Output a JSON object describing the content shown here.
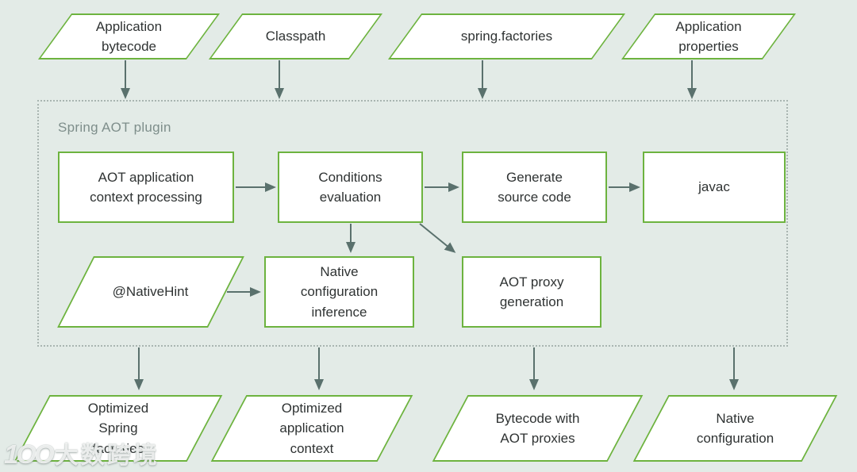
{
  "colors": {
    "background": "#e3ebe7",
    "node_border": "#6db33f",
    "node_fill": "#ffffff",
    "arrow": "#5a716d",
    "container_border": "#a9b5b1",
    "container_label": "#7e8e8b",
    "text": "#2f3333"
  },
  "container": {
    "label": "Spring AOT plugin"
  },
  "inputs": [
    {
      "id": "application-bytecode",
      "label": "Application\nbytecode"
    },
    {
      "id": "classpath",
      "label": "Classpath"
    },
    {
      "id": "spring-factories",
      "label": "spring.factories"
    },
    {
      "id": "application-properties",
      "label": "Application\nproperties"
    }
  ],
  "steps": [
    {
      "id": "aot-application-context-processing",
      "label": "AOT application\ncontext processing"
    },
    {
      "id": "conditions-evaluation",
      "label": "Conditions\nevaluation"
    },
    {
      "id": "generate-source-code",
      "label": "Generate\nsource code"
    },
    {
      "id": "javac",
      "label": "javac"
    },
    {
      "id": "native-hint",
      "label": "@NativeHint"
    },
    {
      "id": "native-configuration-inference",
      "label": "Native\nconfiguration\ninference"
    },
    {
      "id": "aot-proxy-generation",
      "label": "AOT proxy\ngeneration"
    }
  ],
  "outputs": [
    {
      "id": "optimized-spring-factories",
      "label": "Optimized\nSpring\nfactories"
    },
    {
      "id": "optimized-application-context",
      "label": "Optimized\napplication\ncontext"
    },
    {
      "id": "bytecode-with-aot-proxies",
      "label": "Bytecode with\nAOT proxies"
    },
    {
      "id": "native-configuration",
      "label": "Native\nconfiguration"
    }
  ],
  "edges": [
    {
      "from": "application-bytecode",
      "to": "spring-aot-plugin"
    },
    {
      "from": "classpath",
      "to": "spring-aot-plugin"
    },
    {
      "from": "spring-factories",
      "to": "spring-aot-plugin"
    },
    {
      "from": "application-properties",
      "to": "spring-aot-plugin"
    },
    {
      "from": "aot-application-context-processing",
      "to": "conditions-evaluation"
    },
    {
      "from": "conditions-evaluation",
      "to": "generate-source-code"
    },
    {
      "from": "generate-source-code",
      "to": "javac"
    },
    {
      "from": "conditions-evaluation",
      "to": "native-configuration-inference"
    },
    {
      "from": "conditions-evaluation",
      "to": "aot-proxy-generation"
    },
    {
      "from": "native-hint",
      "to": "native-configuration-inference"
    },
    {
      "from": "spring-aot-plugin",
      "to": "optimized-spring-factories"
    },
    {
      "from": "spring-aot-plugin",
      "to": "optimized-application-context"
    },
    {
      "from": "spring-aot-plugin",
      "to": "bytecode-with-aot-proxies"
    },
    {
      "from": "spring-aot-plugin",
      "to": "native-configuration"
    }
  ],
  "watermark": {
    "logo": "1OO",
    "text": "大数跨境"
  }
}
